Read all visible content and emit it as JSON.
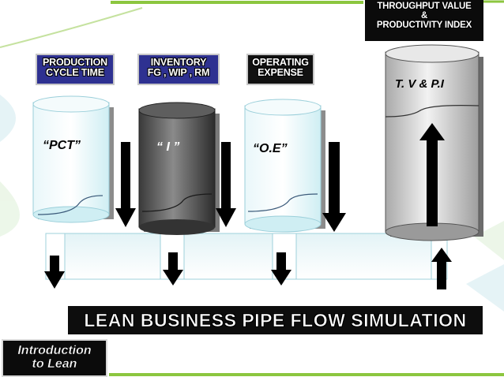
{
  "labels": {
    "production": [
      "PRODUCTION",
      "CYCLE TIME"
    ],
    "inventory": [
      "INVENTORY",
      "FG , WIP , RM"
    ],
    "operating": [
      "OPERATING",
      "EXPENSE"
    ],
    "throughput": [
      "THROUGHPUT VALUE",
      "&",
      "PRODUCTIVITY INDEX"
    ]
  },
  "cylinders": {
    "pct": "“PCT”",
    "inventory": "“ I ”",
    "oe": "“O.E”",
    "tvpi": "T. V & P.I"
  },
  "banner": "LEAN BUSINESS PIPE  FLOW SIMULATION",
  "corner": [
    "Introduction",
    "to Lean"
  ],
  "colors": {
    "label_blue": "#2e3191",
    "accent_green": "#8cc63f",
    "cylinder_light": "#d6f0f4",
    "cylinder_dark": "#4a4a4a",
    "cylinder_gray": "#bdbdbd"
  }
}
